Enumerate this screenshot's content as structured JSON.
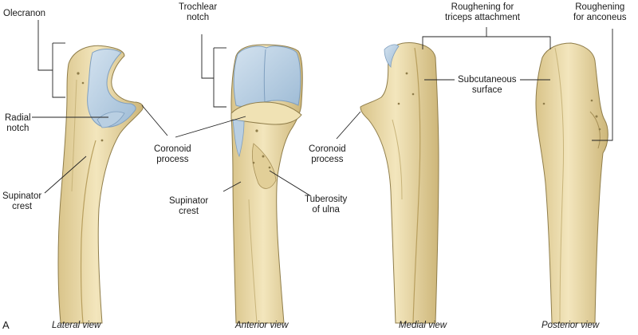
{
  "figure": {
    "panel_letter": "A",
    "colors": {
      "bone": "#ecdcab",
      "bone_shadow": "#c8b47a",
      "bone_outline": "#8f7d4a",
      "cartilage": "#b9cfe2",
      "cartilage_edge": "#7f9fbf",
      "leader": "#222222"
    }
  },
  "views": [
    {
      "id": "lateral",
      "caption": "Lateral view"
    },
    {
      "id": "anterior",
      "caption": "Anterior view"
    },
    {
      "id": "medial",
      "caption": "Medial view"
    },
    {
      "id": "posterior",
      "caption": "Posterior view"
    }
  ],
  "labels": {
    "olecranon": [
      "Olecranon"
    ],
    "radial_notch": [
      "Radial",
      "notch"
    ],
    "supinator_crest_lateral": [
      "Supinator",
      "crest"
    ],
    "trochlear_notch": [
      "Trochlear",
      "notch"
    ],
    "coronoid_process_anterior": [
      "Coronoid",
      "process"
    ],
    "supinator_crest_anterior": [
      "Supinator",
      "crest"
    ],
    "tuberosity_of_ulna": [
      "Tuberosity",
      "of ulna"
    ],
    "coronoid_process_medial": [
      "Coronoid",
      "process"
    ],
    "roughening_triceps": [
      "Roughening for",
      "triceps attachment"
    ],
    "subcutaneous_surface": [
      "Subcutaneous",
      "surface"
    ],
    "roughening_anconeus": [
      "Roughening",
      "for anconeus"
    ]
  }
}
